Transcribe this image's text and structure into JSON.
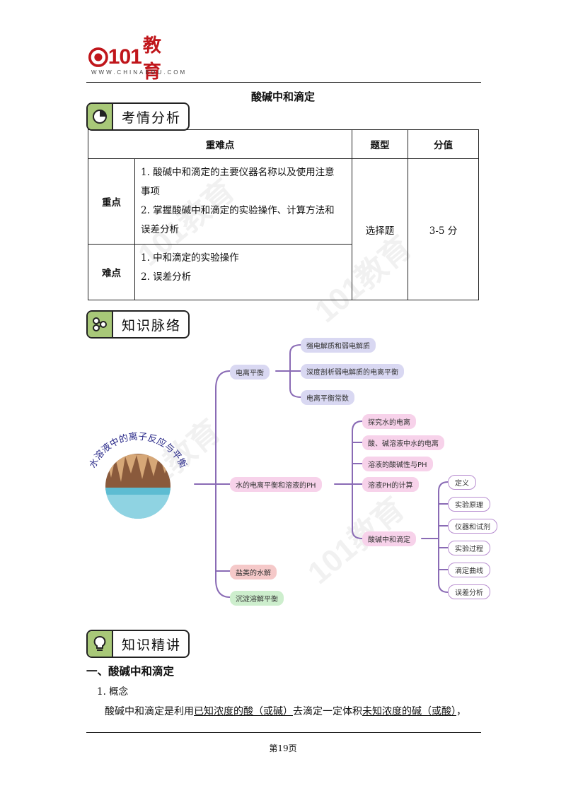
{
  "logo": {
    "main": "101",
    "cn": "教育",
    "sub": "WWW.CHINAEDU.COM"
  },
  "doc_title": "酸碱中和滴定",
  "sections": {
    "analysis": "考情分析",
    "network": "知识脉络",
    "lecture": "知识精讲"
  },
  "table": {
    "headers": [
      "重难点",
      "题型",
      "分值"
    ],
    "key_label": "重点",
    "key_lines": [
      "1. 酸碱中和滴定的主要仪器名称以及使用注意",
      "事项",
      "2. 掌握酸碱中和滴定的实验操作、计算方法和",
      "误差分析"
    ],
    "hard_label": "难点",
    "hard_lines": [
      "1. 中和滴定的实验操作",
      "2. 误差分析"
    ],
    "type": "选择题",
    "score": "3-5 分"
  },
  "mindmap": {
    "center": "水溶液中的离子反应与平衡",
    "b1": "电离平衡",
    "b1_children": [
      "强电解质和弱电解质",
      "深度剖析弱电解质的电离平衡",
      "电离平衡常数"
    ],
    "b2": "水的电离平衡和溶液的PH",
    "b2_children": [
      "探究水的电离",
      "酸、碱溶液中水的电离",
      "溶液的酸碱性与PH",
      "溶液PH的计算",
      "酸碱中和滴定"
    ],
    "b2_titration": [
      "定义",
      "实验原理",
      "仪器和试剂",
      "实验过程",
      "滴定曲线",
      "误差分析"
    ],
    "b3": "盐类的水解",
    "b4": "沉淀溶解平衡"
  },
  "body": {
    "h1": "一、酸碱中和滴定",
    "item1": "1. 概念",
    "para_pre": "酸碱中和滴定是利用",
    "para_u1": "已知浓度的酸（或碱）",
    "para_mid": "去滴定一定体积",
    "para_u2": "未知浓度的碱（或酸）",
    "para_end": "，"
  },
  "footer": {
    "page": "第19页"
  },
  "colors": {
    "logo_red": "#c0161b",
    "icon_green": "#a8c878",
    "branch_purple": "#8a6bb5"
  }
}
